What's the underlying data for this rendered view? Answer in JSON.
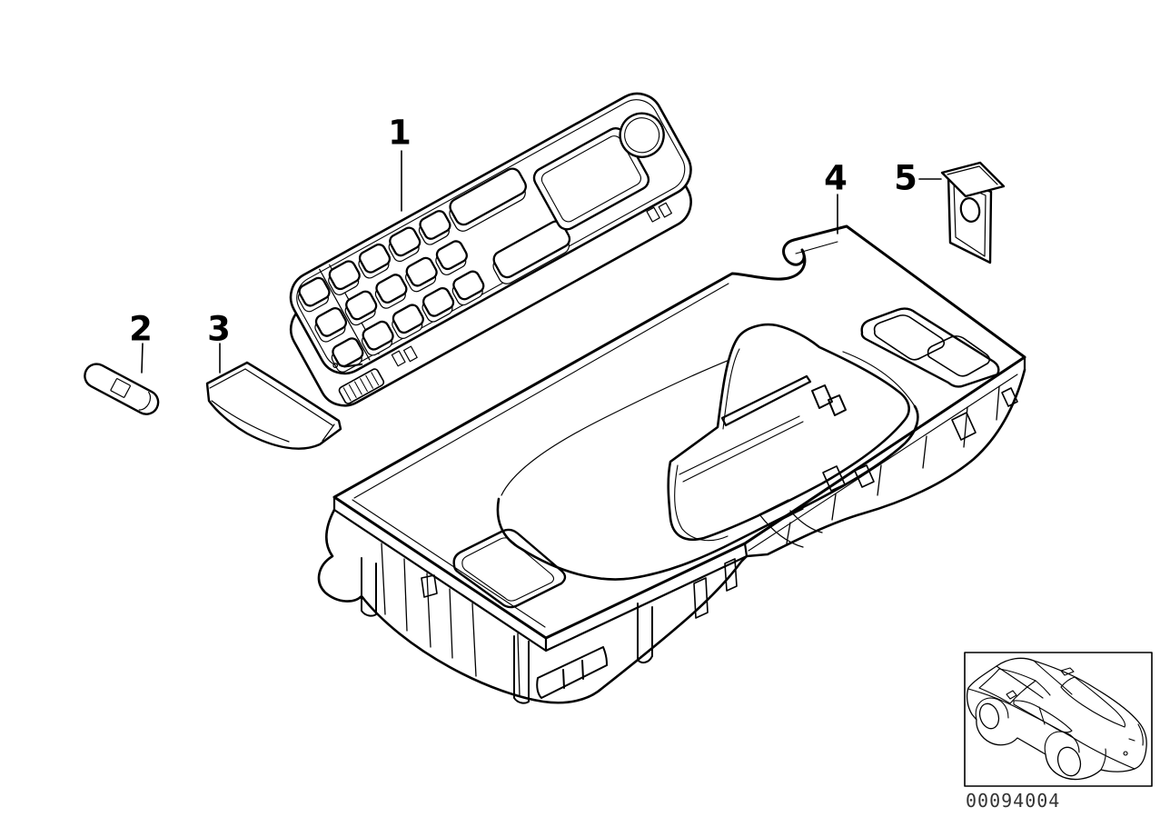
{
  "diagram": {
    "background_color": "#ffffff",
    "line_color": "#000000",
    "callouts": [
      {
        "label": "1",
        "part": "cordless-phone-handset"
      },
      {
        "label": "2",
        "part": "roller-pin"
      },
      {
        "label": "3",
        "part": "cover"
      },
      {
        "label": "4",
        "part": "telephone-carrier-center-console"
      },
      {
        "label": "5",
        "part": "retaining-bracket"
      }
    ],
    "thumbnail": {
      "icon": "car-three-quarter-view-icon"
    },
    "footer": {
      "part_number": "00094004"
    }
  }
}
